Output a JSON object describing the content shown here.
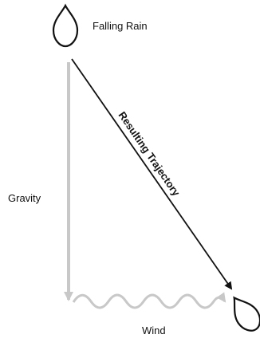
{
  "labels": {
    "falling_rain": "Falling Rain",
    "gravity": "Gravity",
    "resulting_trajectory": "Resulting Trajectory",
    "wind": "Wind"
  },
  "colors": {
    "gravity": "#c8c8c8",
    "wind": "#c8c8c8",
    "trajectory": "#111111",
    "drop_stroke": "#111111",
    "drop_fill": "#ffffff"
  },
  "icons": [
    "raindrop-icon",
    "raindrop-icon"
  ]
}
